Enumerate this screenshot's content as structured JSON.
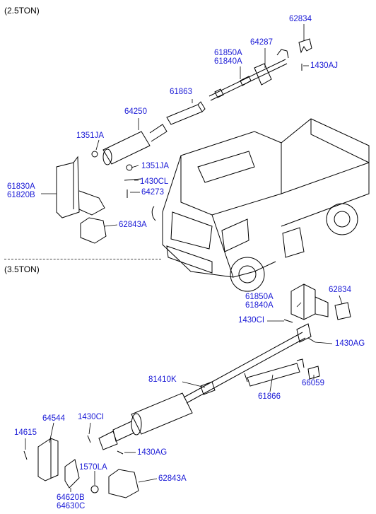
{
  "sections": {
    "top": "(2.5TON)",
    "bottom": "(3.5TON)"
  },
  "callouts": {
    "c62834_top": "62834",
    "c64287": "64287",
    "c61850A_top": "61850A",
    "c61840A_top": "61840A",
    "c1430AJ": "1430AJ",
    "c61863": "61863",
    "c64250": "64250",
    "c1351JA_1": "1351JA",
    "c1351JA_2": "1351JA",
    "c1430CL": "1430CL",
    "c64273": "64273",
    "c61830A": "61830A",
    "c61820B": "61820B",
    "c62843A_top": "62843A",
    "c61850A_bot": "61850A",
    "c61840A_bot": "61840A",
    "c62834_bot": "62834",
    "c1430CI_1": "1430CI",
    "c1430AG_1": "1430AG",
    "c81410K": "81410K",
    "c61866": "61866",
    "c66059": "66059",
    "c64544": "64544",
    "c1430CI_2": "1430CI",
    "c14615": "14615",
    "c1430AG_2": "1430AG",
    "c1570LA": "1570LA",
    "c62843A_bot": "62843A",
    "c64620B": "64620B",
    "c64630C": "64630C"
  },
  "colors": {
    "label": "#1a1ad6",
    "line": "#000000",
    "text": "#000000"
  }
}
